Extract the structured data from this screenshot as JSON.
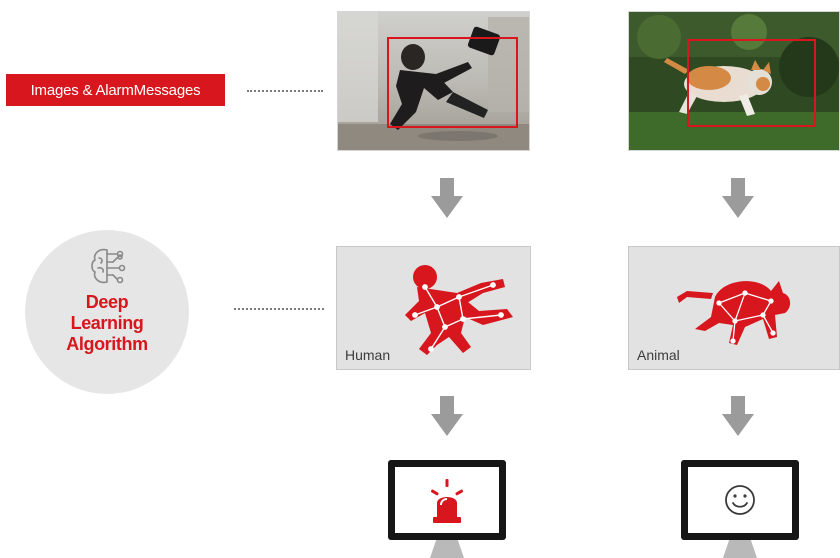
{
  "tag": {
    "label": "Images & AlarmMessages"
  },
  "algorithm": {
    "lines": [
      "Deep",
      "Learning",
      "Algorithm"
    ]
  },
  "columns": [
    {
      "id": "human",
      "label": "Human"
    },
    {
      "id": "animal",
      "label": "Animal"
    }
  ],
  "colors": {
    "accent": "#d7161d",
    "panel": "#e2e2e2",
    "arrow": "#9b9b9b",
    "circle": "#e6e6e6",
    "monitor": "#161616"
  },
  "icons": [
    "brain-circuit-icon",
    "falling-person-skeleton-icon",
    "cat-skeleton-icon",
    "siren-alarm-icon",
    "smiley-face-icon",
    "down-arrow-icon"
  ]
}
